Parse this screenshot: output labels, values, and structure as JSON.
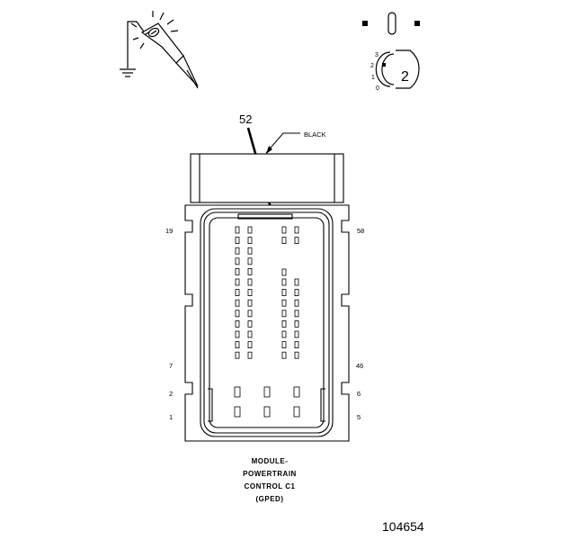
{
  "header": {
    "probe_icon": "test-probe-icon",
    "ground_icon": "ground-symbol-icon",
    "switch_icon": "ignition-switch-icon",
    "ignition_positions": [
      "3",
      "2",
      "1",
      "0"
    ],
    "ignition_mode": "2"
  },
  "callout": {
    "pin": "52",
    "wire_color": "BLACK"
  },
  "pin_labels": {
    "left": [
      "19",
      "7",
      "2",
      "1"
    ],
    "right": [
      "58",
      "46",
      "6",
      "5"
    ]
  },
  "caption": {
    "lines": [
      "MODULE-",
      "POWERTRAIN",
      "CONTROL C1",
      "(GPED)"
    ]
  },
  "figure_number": "104654"
}
